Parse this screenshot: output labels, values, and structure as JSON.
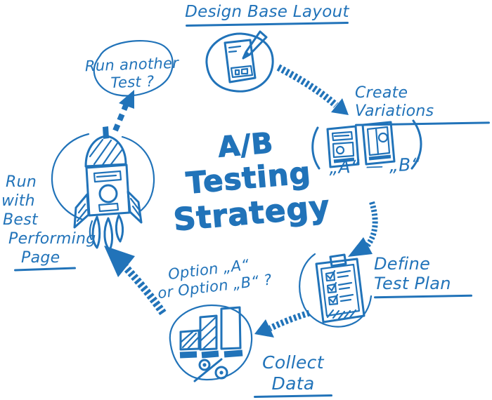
{
  "colors": {
    "accent": "#2173b9",
    "background": "#ffffff"
  },
  "title": {
    "line1": "A/B",
    "line2": "Testing",
    "line3": "Strategy"
  },
  "nodes": {
    "design": {
      "label": "Design Base Layout",
      "icon": "sketch-tablet-pencil-icon"
    },
    "variations": {
      "label": "Create Variations",
      "variants": "„A“ — „B“",
      "icon": "two-wireframes-icon"
    },
    "define": {
      "line1": "Define",
      "line2": "Test Plan",
      "icon": "clipboard-checklist-icon"
    },
    "collect": {
      "line1": "Collect",
      "line2": "Data",
      "icon": "bar-chart-percent-icon"
    },
    "decision": {
      "line1": "Option „A“",
      "line2": "or Option „B“ ?"
    },
    "deploy": {
      "line1": "Run",
      "line2": "with",
      "line3": "Best",
      "line4": "Performing",
      "line5": "Page",
      "icon": "rocket-icon"
    },
    "retest": {
      "line1": "Run another",
      "line2": "Test ?",
      "icon": "thought-bubble-icon"
    }
  }
}
